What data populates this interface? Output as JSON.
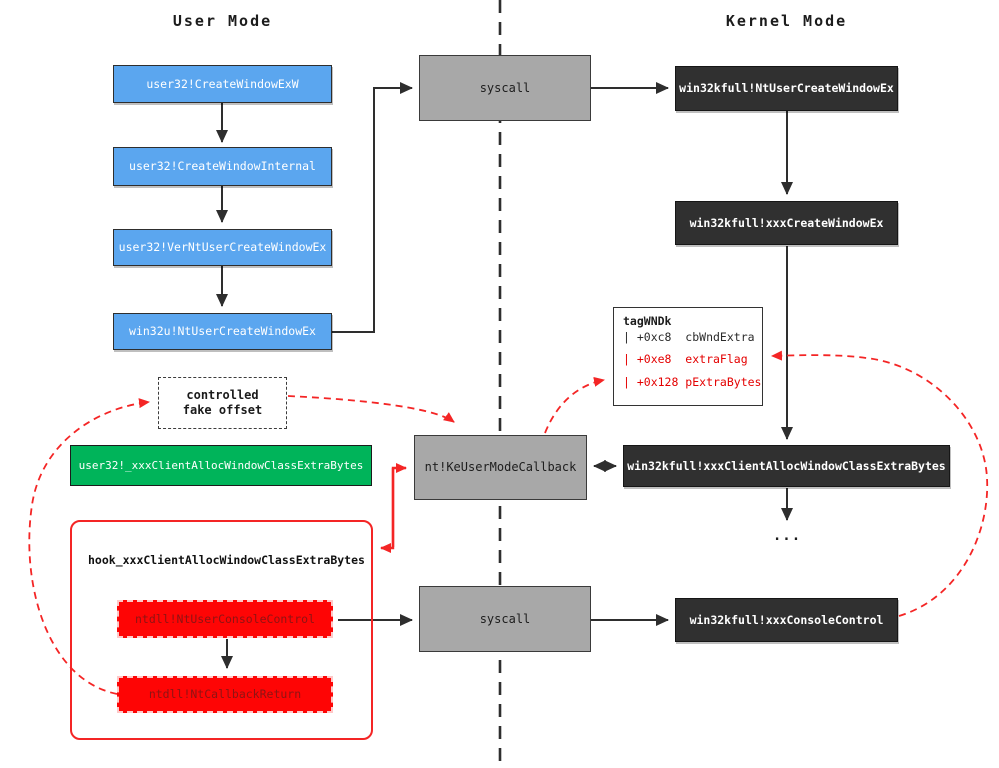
{
  "titles": {
    "user_mode": "User Mode",
    "kernel_mode": "Kernel Mode"
  },
  "user_chain": {
    "box1": "user32!CreateWindowExW",
    "box2": "user32!CreateWindowInternal",
    "box3": "user32!VerNtUserCreateWindowEx",
    "box4": "win32u!NtUserCreateWindowEx"
  },
  "syscall": {
    "top": "syscall",
    "bottom": "syscall"
  },
  "kernel_chain": {
    "nt_user_create_window_ex": "win32kfull!NtUserCreateWindowEx",
    "xxx_create_window_ex": "win32kfull!xxxCreateWindowEx",
    "xxx_client_alloc": "win32kfull!xxxClientAllocWindowClassExtraBytes",
    "xxx_console_control": "win32kfull!xxxConsoleControl",
    "ellipsis": "..."
  },
  "tagwnd": {
    "title": "tagWNDk",
    "rows": [
      {
        "text": "| +0xc8  cbWndExtra"
      },
      {
        "text": "| +0xe8  extraFlag"
      },
      {
        "text": "| +0x128 pExtraBytes"
      }
    ]
  },
  "callback": "nt!KeUserModeCallback",
  "fake_offset": {
    "line1": "controlled",
    "line2": "fake offset"
  },
  "green_box": "user32!_xxxClientAllocWindowClassExtraBytes",
  "hook": {
    "title": "hook_xxxClientAllocWindowClassExtraBytes",
    "step1": "ntdll!NtUserConsoleControl",
    "step2": "ntdll!NtCallbackReturn"
  },
  "colors": {
    "user_box": "#5ba6ef",
    "kernel_box": "#303030",
    "syscall_box": "#a8a8a8",
    "green_box": "#00b45a",
    "red_box": "#fe0505",
    "accent_red": "#f42525",
    "tag_red": "#e40000"
  }
}
